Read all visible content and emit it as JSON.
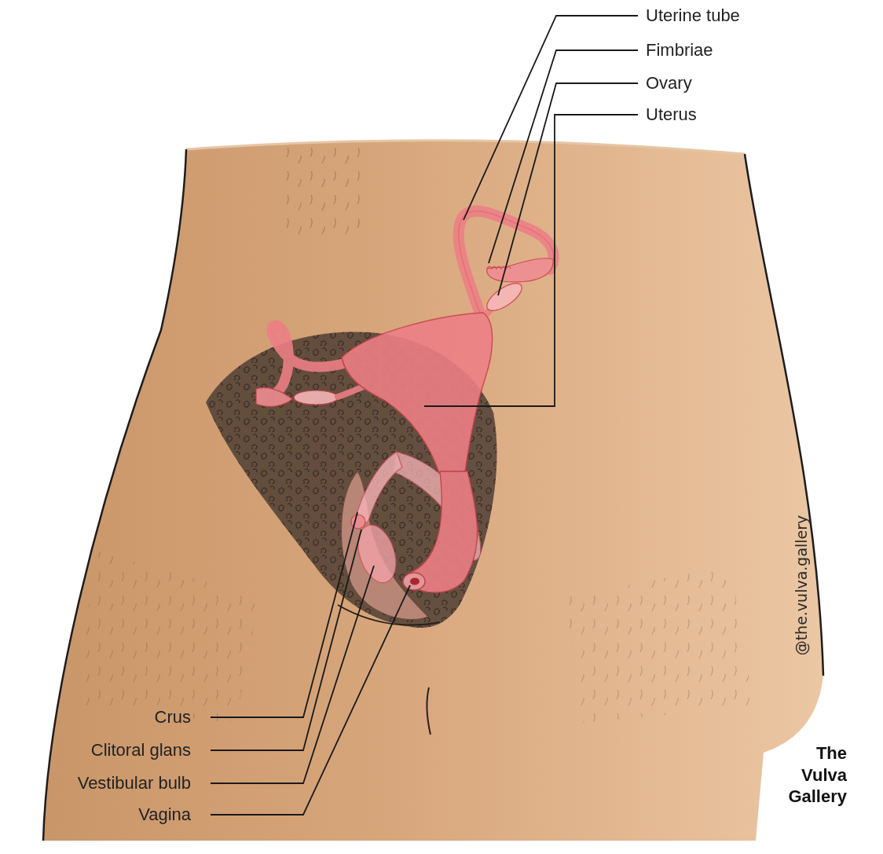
{
  "diagram": {
    "labels": [
      "Uterine tube",
      "Fimbriae",
      "Ovary",
      "Uterus",
      "Crus",
      "Clitoral glans",
      "Vestibular bulb",
      "Vagina",
      "@the.vulva.gallery",
      "The Vulva Gallery"
    ]
  }
}
